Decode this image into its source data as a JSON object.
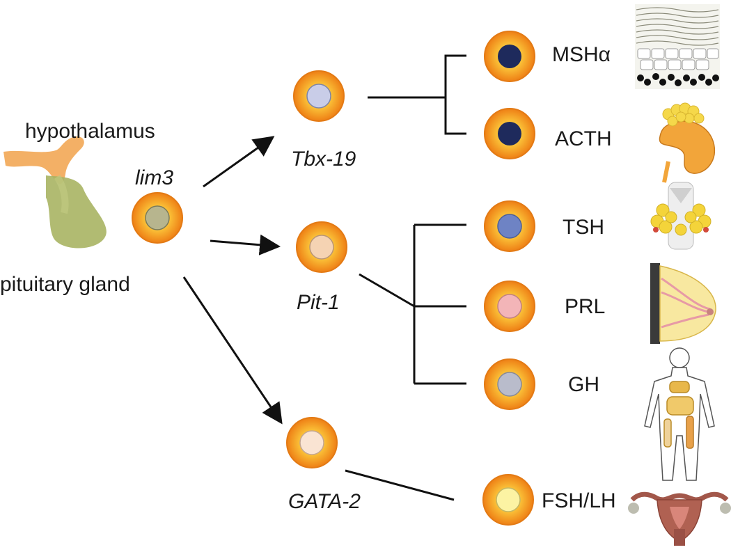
{
  "labels": {
    "hypothalamus": "hypothalamus",
    "pituitary_gland": "pituitary gland",
    "lim3": "lim3",
    "tbx19": "Tbx-19",
    "pit1": "Pit-1",
    "gata2": "GATA-2",
    "msha": "MSHα",
    "acth": "ACTH",
    "tsh": "TSH",
    "prl": "PRL",
    "gh": "GH",
    "fshlh": "FSH/LH"
  },
  "colors": {
    "cell_outer": "#f08a1c",
    "cell_inner": "#fbc53a",
    "nucleus_lim3": "#b7b58e",
    "nucleus_tbx19": "#c9cde8",
    "nucleus_pit1": "#f5d3b3",
    "nucleus_gata2": "#fae4d3",
    "nucleus_msha": "#1e2a5c",
    "nucleus_acth": "#1e2a5c",
    "nucleus_tsh": "#6e83c4",
    "nucleus_prl": "#f3b5b8",
    "nucleus_gh": "#b9bccb",
    "nucleus_fshlh": "#fcf3a3",
    "line": "#111111"
  },
  "icons": {
    "hypothalamus_pituitary": "hypothalamus-pituitary-icon",
    "skin": "skin-tissue-icon",
    "adrenal": "adrenal-kidney-icon",
    "thyroid": "thyroid-icon",
    "breast": "breast-icon",
    "body": "human-body-icon",
    "uterus": "uterus-icon"
  }
}
